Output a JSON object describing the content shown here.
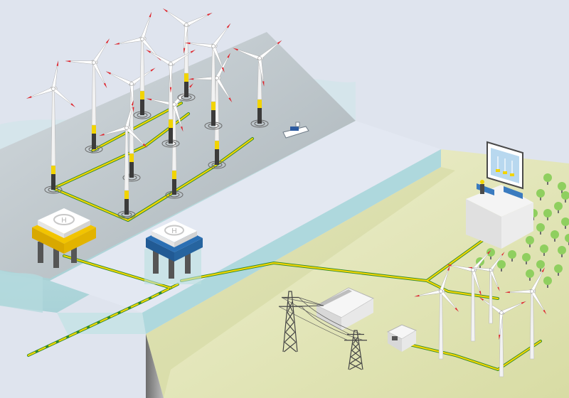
{
  "scene": {
    "offshore_turbine_count": 11,
    "onshore_turbine_count": 5,
    "substation_count": 2,
    "pylon_count": 2
  },
  "colors": {
    "background": "#dfe4ee",
    "sea_surface": "#c9d2d8",
    "water_wall": "#b7dde0",
    "land": "#e6e9c0",
    "cable_yellow": "#f2d400",
    "cable_green": "#2f8a2b",
    "tree": "#8fcf5f",
    "blade_tip": "#e0262e"
  }
}
